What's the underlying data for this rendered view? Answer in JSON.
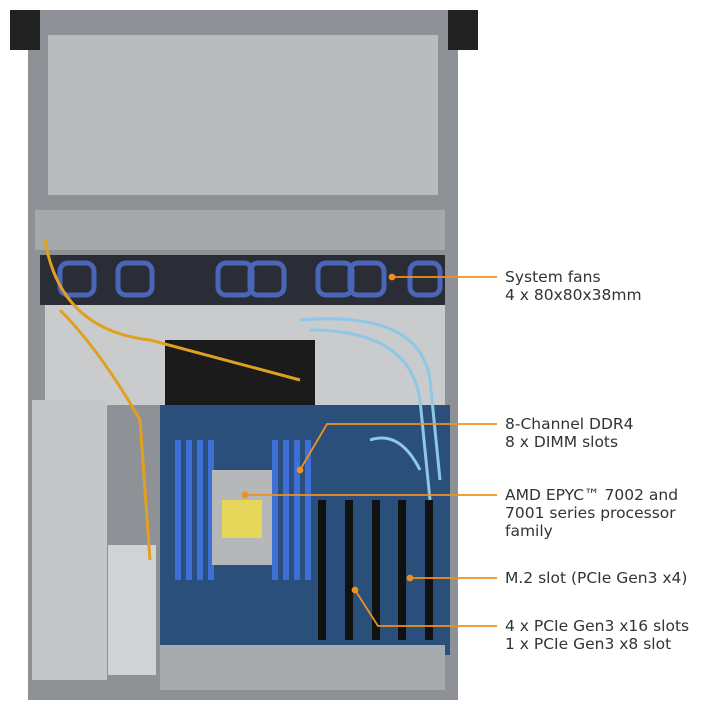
{
  "callouts": [
    {
      "line1": "System fans",
      "line2": "4 x 80x80x38mm"
    },
    {
      "line1": "8-Channel DDR4",
      "line2": "8 x DIMM slots"
    },
    {
      "line1": "AMD EPYC™ 7002 and",
      "line2": "7001 series processor",
      "line3": "family"
    },
    {
      "line1": "M.2 slot (PCIe Gen3 x4)"
    },
    {
      "line1": "4 x PCIe Gen3 x16 slots",
      "line2": "1 x PCIe Gen3 x8  slot"
    }
  ],
  "colors": {
    "callout_line": "#f0901e",
    "board": "#2a4f7a",
    "chassis": "#b9bcbf"
  }
}
